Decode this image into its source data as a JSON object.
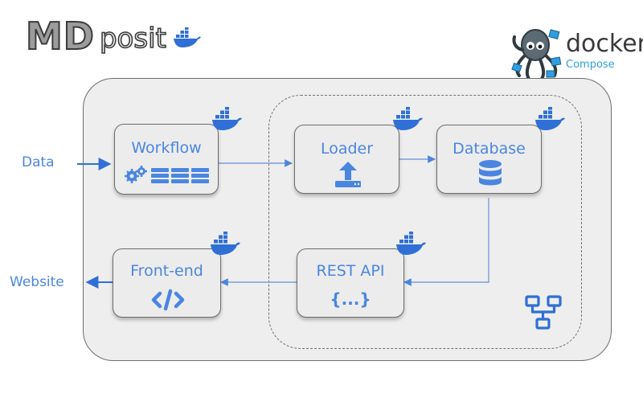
{
  "logo": {
    "part1": "MD",
    "part2": "posit"
  },
  "compose_logo": {
    "word": "docker",
    "sub": "Compose"
  },
  "services": {
    "workflow": "Workflow",
    "loader": "Loader",
    "database": "Database",
    "rest_api": "REST API",
    "frontend": "Front-end"
  },
  "inputs": {
    "data": "Data"
  },
  "outputs": {
    "website": "Website"
  },
  "icons": {
    "workflow": "gears-and-servers-icon",
    "loader": "upload-icon",
    "database": "database-icon",
    "rest_api": "json-braces-icon",
    "frontend": "code-icon",
    "network": "network-icon",
    "container": "docker-whale-icon"
  },
  "icon_glyphs": {
    "json_braces": "{...}"
  },
  "colors": {
    "accent": "#4a86e0",
    "whale": "#2f6fd6",
    "box_bg": "#ececec",
    "container_bg": "#eeeeee"
  }
}
